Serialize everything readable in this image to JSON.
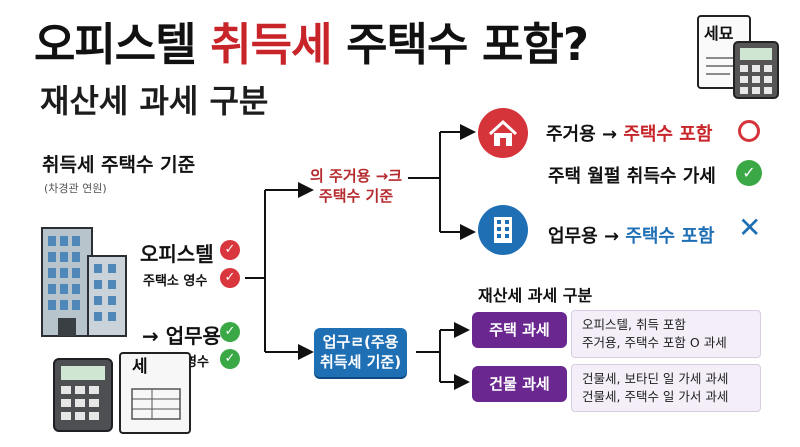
{
  "header": {
    "title_part1": "오피스텔",
    "title_accent": "취득세",
    "title_part2": "주택수 포함?",
    "subtitle": "재산세 과세 구분",
    "doc_label": "세묘"
  },
  "left": {
    "section_title": "취득세 주택수 기준",
    "section_note": "(차경관 연원)",
    "officetel_label": "오피스텔",
    "officetel_sub": "주택소 영수",
    "business_label": "→ 업무용",
    "business_sub": "영수",
    "doc_label": "세"
  },
  "middle": {
    "residential_line1": "의 주거용 →크",
    "residential_line2": "주택수 기준",
    "business_line1": "업구ㄹ(주용",
    "business_line2": "취득세 기준)"
  },
  "right": {
    "residential_prefix": "주거용 →",
    "residential_hl": "주택수 포함",
    "residential_mark": "O",
    "residential_note": "주택 월펄 취득수 가세",
    "business_prefix": "업무용 →",
    "business_hl": "주택수 포함",
    "business_mark": "✕"
  },
  "property": {
    "title": "재산세 과세 구분",
    "rows": [
      {
        "label": "주택 과세",
        "lines": [
          "오피스텔, 취득 포함",
          "주거용, 주택수 포함 O 과세"
        ]
      },
      {
        "label": "건물 과세",
        "lines": [
          "건물세, 보타딘 일 가세 과세",
          "건물세, 주택수 일 가서 과세"
        ]
      }
    ]
  },
  "colors": {
    "accent_red": "#c8252a",
    "check_green": "#3aa845",
    "business_blue": "#1f6fb5",
    "purple": "#6a2790"
  }
}
